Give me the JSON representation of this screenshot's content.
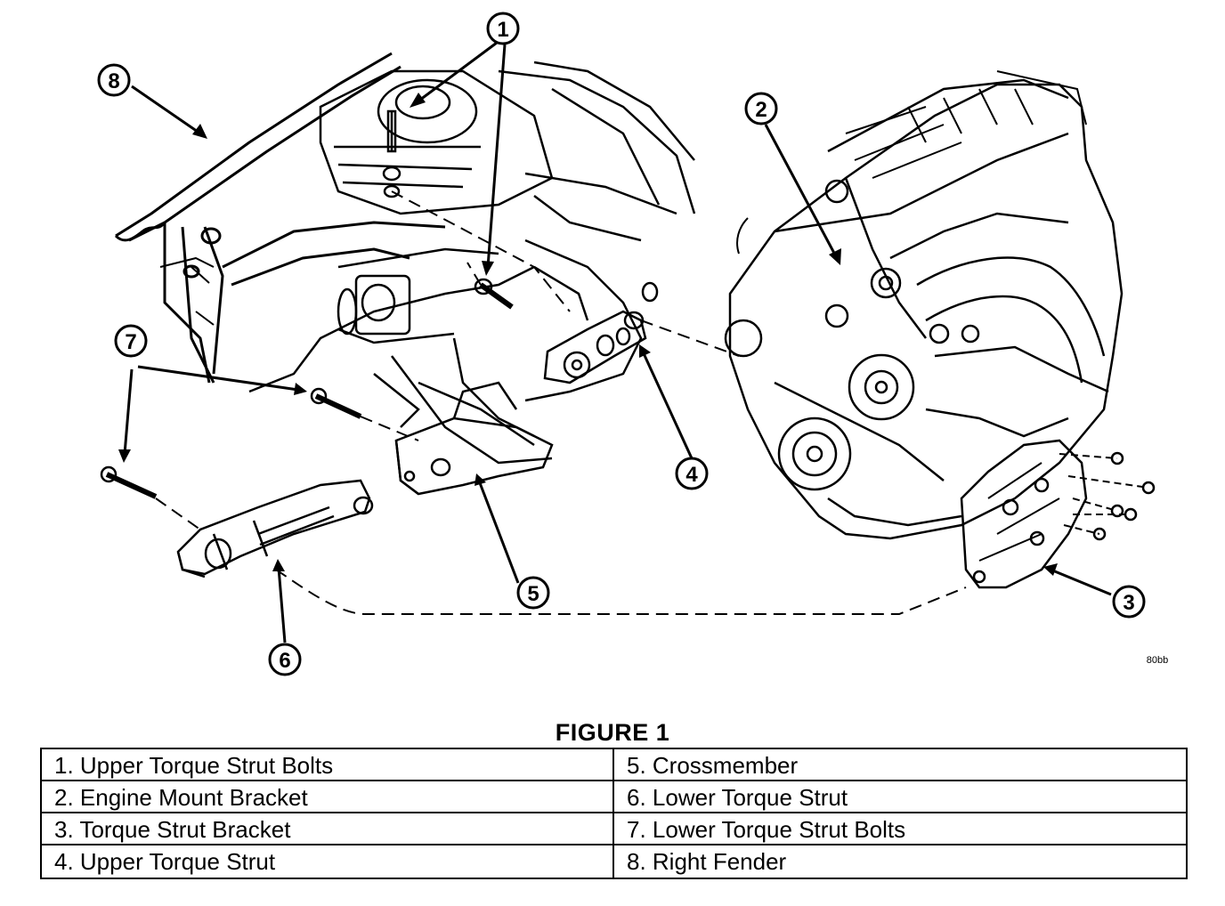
{
  "figure_title": "FIGURE 1",
  "image_code": "80bb",
  "callouts": [
    "1",
    "2",
    "3",
    "4",
    "5",
    "6",
    "7",
    "8"
  ],
  "legend": [
    {
      "text": "1. Upper Torque Strut Bolts"
    },
    {
      "text": "2. Engine Mount Bracket"
    },
    {
      "text": "3. Torque Strut Bracket"
    },
    {
      "text": "4. Upper Torque Strut"
    },
    {
      "text": "5. Crossmember"
    },
    {
      "text": "6. Lower Torque Strut"
    },
    {
      "text": "7. Lower Torque Strut Bolts"
    },
    {
      "text": "8. Right Fender"
    }
  ]
}
